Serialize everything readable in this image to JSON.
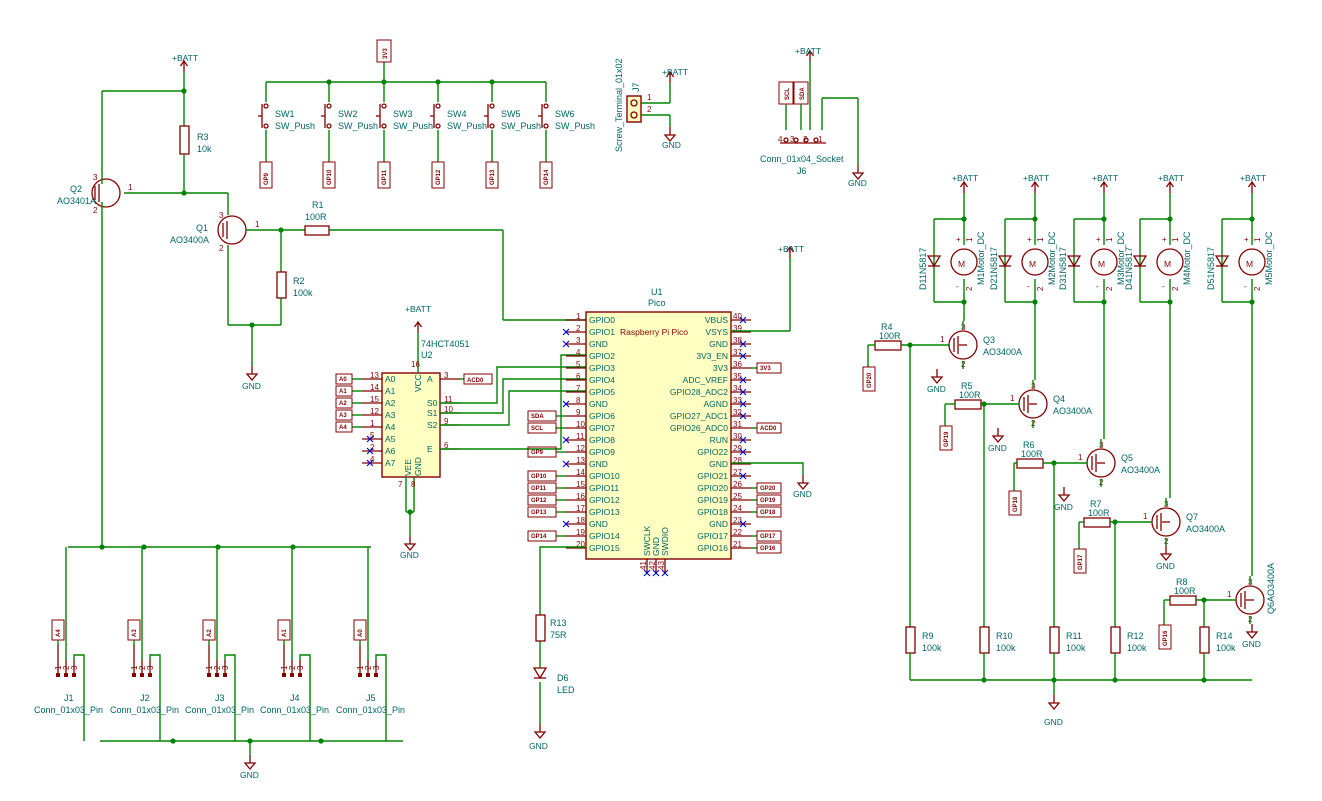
{
  "power": {
    "batt": "+BATT",
    "gnd": "GND",
    "v33": "3V3"
  },
  "switches": [
    {
      "ref": "SW1",
      "value": "SW_Push",
      "net": "GP9"
    },
    {
      "ref": "SW2",
      "value": "SW_Push",
      "net": "GP10"
    },
    {
      "ref": "SW3",
      "value": "SW_Push",
      "net": "GP11"
    },
    {
      "ref": "SW4",
      "value": "SW_Push",
      "net": "GP12"
    },
    {
      "ref": "SW5",
      "value": "SW_Push",
      "net": "GP13"
    },
    {
      "ref": "SW6",
      "value": "SW_Push",
      "net": "GP14"
    }
  ],
  "j7": {
    "ref": "J7",
    "value": "Screw_Terminal_01x02",
    "pins": [
      "1",
      "2"
    ]
  },
  "j6": {
    "ref": "J6",
    "value": "Conn_01x04_Socket",
    "pins": [
      "4",
      "3",
      "2",
      "1"
    ],
    "nets": [
      "SCL",
      "SDA"
    ]
  },
  "q2": {
    "ref": "Q2",
    "value": "AO3401A"
  },
  "q1": {
    "ref": "Q1",
    "value": "AO3400A"
  },
  "r3": {
    "ref": "R3",
    "value": "10k"
  },
  "r1": {
    "ref": "R1",
    "value": "100R"
  },
  "r2": {
    "ref": "R2",
    "value": "100k"
  },
  "u2": {
    "ref": "U2",
    "value": "74HCT4051",
    "left_pins": [
      {
        "num": "13",
        "name": "A0"
      },
      {
        "num": "14",
        "name": "A1"
      },
      {
        "num": "15",
        "name": "A2"
      },
      {
        "num": "12",
        "name": "A3"
      },
      {
        "num": "1",
        "name": "A4"
      },
      {
        "num": "5",
        "name": "A5"
      },
      {
        "num": "2",
        "name": "A6"
      },
      {
        "num": "4",
        "name": "A7"
      }
    ],
    "right_pins": [
      {
        "num": "3",
        "name": "A"
      },
      {
        "num": "11",
        "name": "S0"
      },
      {
        "num": "10",
        "name": "S1"
      },
      {
        "num": "9",
        "name": "S2"
      },
      {
        "num": "6",
        "name": "E"
      }
    ],
    "vcc": {
      "num": "16",
      "name": "VCC"
    },
    "vee": {
      "num": "7",
      "name": "VEE"
    },
    "gnd": {
      "num": "8",
      "name": "GND"
    },
    "labels": [
      "A0",
      "A1",
      "A2",
      "A3",
      "A4"
    ],
    "out_label": "ACD0"
  },
  "u1": {
    "ref": "U1",
    "value": "Pico",
    "title": "Raspberry Pi Pico",
    "left_pins": [
      {
        "num": "1",
        "name": "GPIO0"
      },
      {
        "num": "2",
        "name": "GPIO1"
      },
      {
        "num": "3",
        "name": "GND"
      },
      {
        "num": "4",
        "name": "GPIO2"
      },
      {
        "num": "5",
        "name": "GPIO3"
      },
      {
        "num": "6",
        "name": "GPIO4"
      },
      {
        "num": "7",
        "name": "GPIO5"
      },
      {
        "num": "8",
        "name": "GND"
      },
      {
        "num": "9",
        "name": "GPIO6"
      },
      {
        "num": "10",
        "name": "GPIO7"
      },
      {
        "num": "11",
        "name": "GPIO8"
      },
      {
        "num": "12",
        "name": "GPIO9"
      },
      {
        "num": "13",
        "name": "GND"
      },
      {
        "num": "14",
        "name": "GPIO10"
      },
      {
        "num": "15",
        "name": "GPIO11"
      },
      {
        "num": "16",
        "name": "GPIO12"
      },
      {
        "num": "17",
        "name": "GPIO13"
      },
      {
        "num": "18",
        "name": "GND"
      },
      {
        "num": "19",
        "name": "GPIO14"
      },
      {
        "num": "20",
        "name": "GPIO15"
      }
    ],
    "right_pins": [
      {
        "num": "40",
        "name": "VBUS"
      },
      {
        "num": "39",
        "name": "VSYS"
      },
      {
        "num": "38",
        "name": "GND"
      },
      {
        "num": "37",
        "name": "3V3_EN"
      },
      {
        "num": "36",
        "name": "3V3"
      },
      {
        "num": "35",
        "name": "ADC_VREF"
      },
      {
        "num": "34",
        "name": "GPIO28_ADC2"
      },
      {
        "num": "33",
        "name": "AGND"
      },
      {
        "num": "32",
        "name": "GPIO27_ADC1"
      },
      {
        "num": "31",
        "name": "GPIO26_ADC0"
      },
      {
        "num": "30",
        "name": "RUN"
      },
      {
        "num": "29",
        "name": "GPIO22"
      },
      {
        "num": "28",
        "name": "GND"
      },
      {
        "num": "27",
        "name": "GPIO21"
      },
      {
        "num": "26",
        "name": "GPIO20"
      },
      {
        "num": "25",
        "name": "GPIO19"
      },
      {
        "num": "24",
        "name": "GPIO18"
      },
      {
        "num": "23",
        "name": "GND"
      },
      {
        "num": "22",
        "name": "GPIO17"
      },
      {
        "num": "21",
        "name": "GPIO16"
      }
    ],
    "bottom_pins": [
      {
        "num": "41",
        "name": "SWCLK"
      },
      {
        "num": "42",
        "name": "GND"
      },
      {
        "num": "43",
        "name": "SWDIO"
      }
    ],
    "left_labels": {
      "SDA": "SDA",
      "SCL": "SCL",
      "GP9": "GP9",
      "GP10": "GP10",
      "GP11": "GP11",
      "GP12": "GP12",
      "GP13": "GP13",
      "GP14": "GP14"
    },
    "right_labels": {
      "v33": "3V3",
      "adc0": "ACD0",
      "gp20": "GP20",
      "gp19": "GP19",
      "gp18": "GP18",
      "gp17": "GP17",
      "gp16": "GP16"
    }
  },
  "r13": {
    "ref": "R13",
    "value": "75R"
  },
  "d6": {
    "ref": "D6",
    "value": "LED"
  },
  "headers": [
    {
      "ref": "J1",
      "value": "Conn_01x03_Pin",
      "net": "A4"
    },
    {
      "ref": "J2",
      "value": "Conn_01x03_Pin",
      "net": "A3"
    },
    {
      "ref": "J3",
      "value": "Conn_01x03_Pin",
      "net": "A2"
    },
    {
      "ref": "J4",
      "value": "Conn_01x03_Pin",
      "net": "A1"
    },
    {
      "ref": "J5",
      "value": "Conn_01x03_Pin",
      "net": "A0"
    }
  ],
  "header_pins": [
    "1",
    "2",
    "3"
  ],
  "motors": [
    {
      "ref": "M1",
      "value": "Motor_DC",
      "diode": "D1",
      "diode_value": "1N5817"
    },
    {
      "ref": "M2",
      "value": "Motor_DC",
      "diode": "D2",
      "diode_value": "1N5817"
    },
    {
      "ref": "M3",
      "value": "Motor_DC",
      "diode": "D3",
      "diode_value": "1N5817"
    },
    {
      "ref": "M4",
      "value": "Motor_DC",
      "diode": "D4",
      "diode_value": "1N5817"
    },
    {
      "ref": "M5",
      "value": "Motor_DC",
      "diode": "D5",
      "diode_value": "1N5817"
    }
  ],
  "drivers": [
    {
      "q": "Q3",
      "qv": "AO3400A",
      "r": "R4",
      "rv": "100R",
      "net": "GP20",
      "pd": "R9",
      "pdv": "100k"
    },
    {
      "q": "Q4",
      "qv": "AO3400A",
      "r": "R5",
      "rv": "100R",
      "net": "GP19",
      "pd": "R10",
      "pdv": "100k"
    },
    {
      "q": "Q5",
      "qv": "AO3400A",
      "r": "R6",
      "rv": "100R",
      "net": "GP18",
      "pd": "R11",
      "pdv": "100k"
    },
    {
      "q": "Q7",
      "qv": "AO3400A",
      "r": "R7",
      "rv": "100R",
      "net": "GP17",
      "pd": "R12",
      "pdv": "100k"
    },
    {
      "q": "Q6",
      "qv": "AO3400A",
      "r": "R8",
      "rv": "100R",
      "net": "GP16",
      "pd": "R14",
      "pdv": "100k"
    }
  ],
  "motor_pins": {
    "plus": "+",
    "minus": "-",
    "p1": "1",
    "p2": "2"
  }
}
